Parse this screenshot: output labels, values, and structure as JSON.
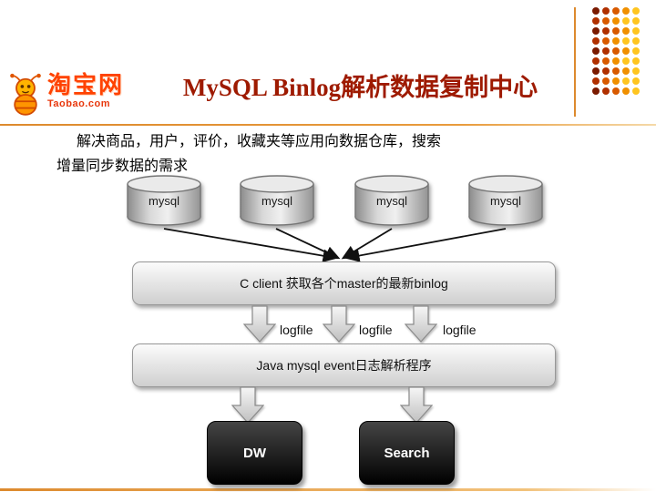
{
  "header": {
    "logo_text": "淘宝网",
    "logo_subtext": "Taobao.com",
    "title": "MySQL Binlog解析数据复制中心"
  },
  "intro": {
    "line1": "解决商品，用户，评价，收藏夹等应用向数据仓库，搜索",
    "line2": "增量同步数据的需求"
  },
  "diagram": {
    "databases": [
      "mysql",
      "mysql",
      "mysql",
      "mysql"
    ],
    "collector_box": "C client 获取各个master的最新binlog",
    "logfile_labels": [
      "logfile",
      "logfile",
      "logfile"
    ],
    "parser_box": "Java mysql event日志解析程序",
    "sinks": [
      "DW",
      "Search"
    ]
  },
  "colors": {
    "title": "#9e1a00",
    "accent_line": "#dd8a2e",
    "logo_orange": "#ff4200",
    "dot_palette": [
      "#7a1a00",
      "#b03000",
      "#d85a00",
      "#f09000",
      "#ffc520"
    ],
    "box_border": "#979797",
    "sink_background": "#000000"
  }
}
